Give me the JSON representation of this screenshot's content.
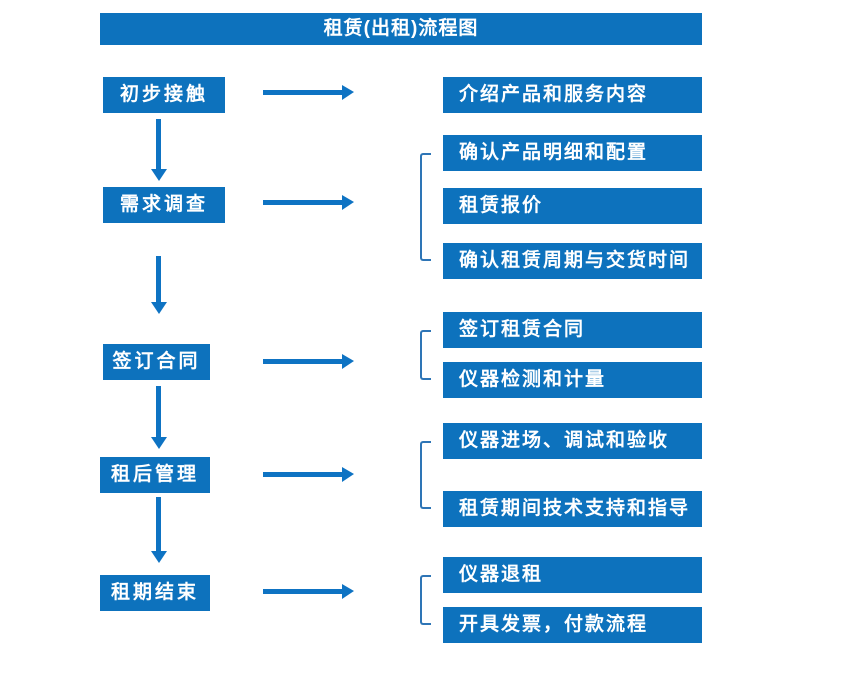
{
  "title": "租赁(出租)流程图",
  "colors": {
    "box_fill": "#0d72bd",
    "arrow": "#0e73c3",
    "bracket": "#2e75b6",
    "text_on_box": "#ffffff",
    "background": "#ffffff"
  },
  "stages": [
    {
      "label": "初步接触",
      "outputs": [
        "介绍产品和服务内容"
      ]
    },
    {
      "label": "需求调查",
      "outputs": [
        "确认产品明细和配置",
        "租赁报价",
        "确认租赁周期与交货时间"
      ]
    },
    {
      "label": "签订合同",
      "outputs": [
        "签订租赁合同",
        "仪器检测和计量"
      ]
    },
    {
      "label": "租后管理",
      "outputs": [
        "仪器进场、调试和验收",
        "租赁期间技术支持和指导"
      ]
    },
    {
      "label": "租期结束",
      "outputs": [
        "仪器退租",
        "开具发票，付款流程"
      ]
    }
  ]
}
